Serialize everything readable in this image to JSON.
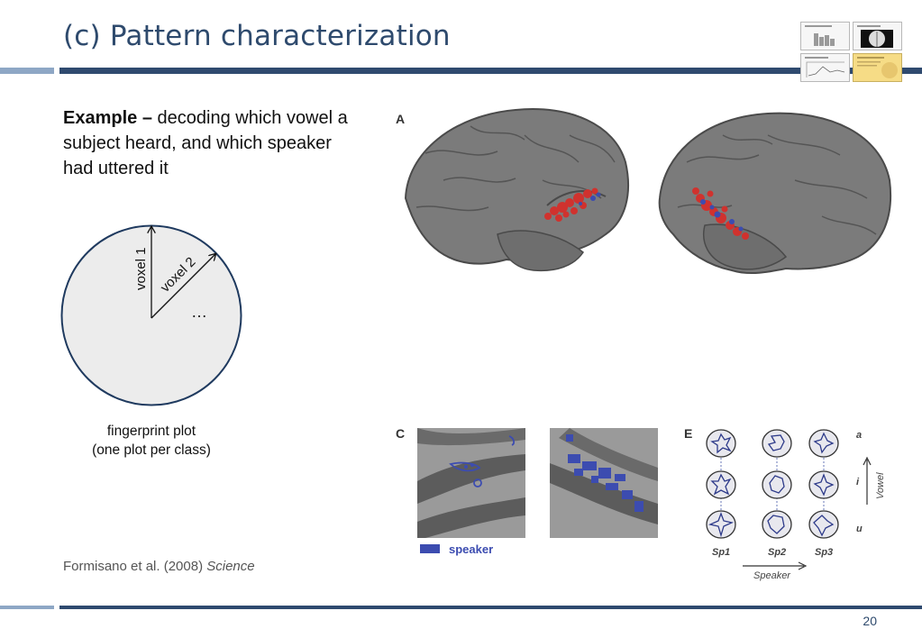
{
  "slide": {
    "title": "(c)  Pattern characterization",
    "page_number": "20"
  },
  "example": {
    "bold": "Example –",
    "text": " decoding which vowel a subject heard, and which speaker had uttered it"
  },
  "fingerprint": {
    "axis1": "voxel 1",
    "axis2": "voxel 2",
    "ellipsis": "…",
    "caption_line1": "fingerprint plot",
    "caption_line2": "(one plot per class)"
  },
  "citation": {
    "authors": "Formisano et al. (2008) ",
    "journal": "Science"
  },
  "figure": {
    "panel_a": "A",
    "panel_c": "C",
    "panel_e": "E",
    "legend_speaker": "speaker",
    "rows": [
      "a",
      "i",
      "u"
    ],
    "cols": [
      "Sp1",
      "Sp2",
      "Sp3"
    ],
    "x_axis": "Speaker",
    "y_axis": "Vowel"
  },
  "colors": {
    "title": "#2e4a6d",
    "rule": "#2f4a6f",
    "rule_light": "#8ea7c5",
    "speaker_blue": "#3c4cb0",
    "activation_red": "#d0322e"
  }
}
